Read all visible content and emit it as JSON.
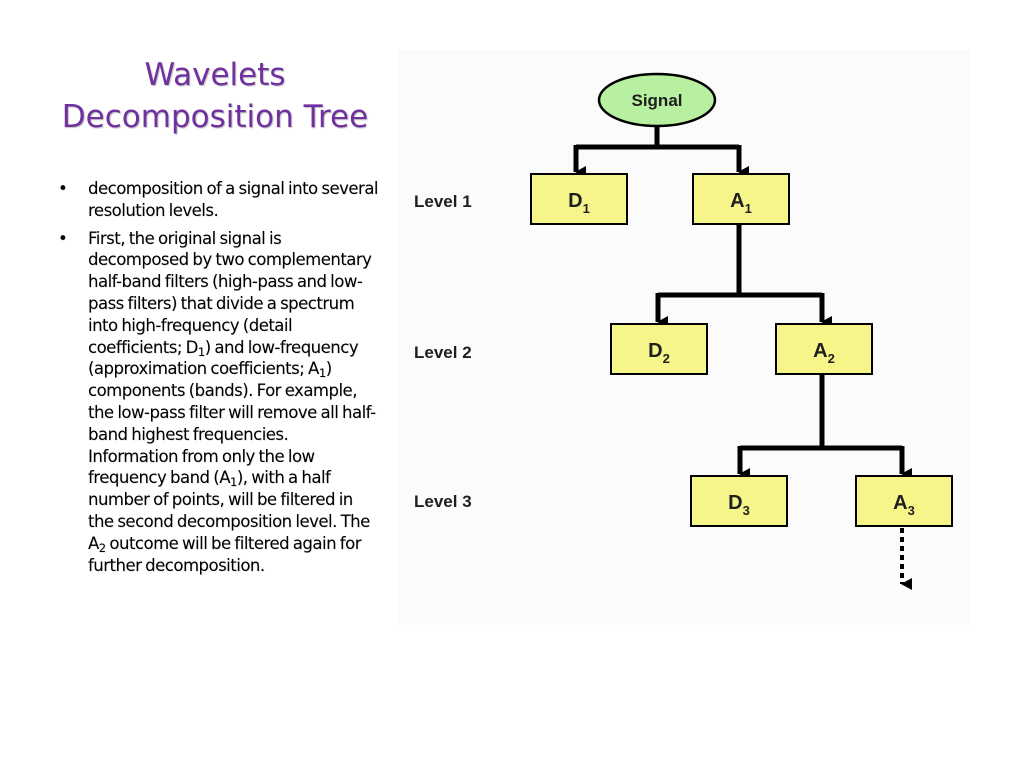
{
  "slide": {
    "title_line1": "Wavelets",
    "title_line2": "Decomposition Tree",
    "bullet1": "decomposition of a signal into several resolution levels.",
    "bullet2": {
      "p1": "First, the original signal is decomposed by two complementary half-band filters (high-pass and low-pass filters) that divide a spectrum into high-frequency (detail coefficients; D",
      "s1": "1",
      "p2": ") and low-frequency (approximation coefficients; A",
      "s2": "1",
      "p3": ") components (bands). For example, the low-pass filter will remove all half-band highest frequencies. Information from only the low frequency band (A",
      "s3": "1",
      "p4": "), with a half number of points, will be filtered in the second decomposition level. The A",
      "s4": "2",
      "p5": " outcome will be filtered again for further decomposition."
    }
  },
  "diagram": {
    "root": "Signal",
    "levels": [
      "Level 1",
      "Level 2",
      "Level 3"
    ],
    "nodes": [
      {
        "letter": "D",
        "sub": "1"
      },
      {
        "letter": "A",
        "sub": "1"
      },
      {
        "letter": "D",
        "sub": "2"
      },
      {
        "letter": "A",
        "sub": "2"
      },
      {
        "letter": "D",
        "sub": "3"
      },
      {
        "letter": "A",
        "sub": "3"
      }
    ],
    "colors": {
      "title": "#7030a0",
      "root_fill": "#b7f0a0",
      "box_fill": "#f5f58a",
      "line": "#000000"
    }
  }
}
